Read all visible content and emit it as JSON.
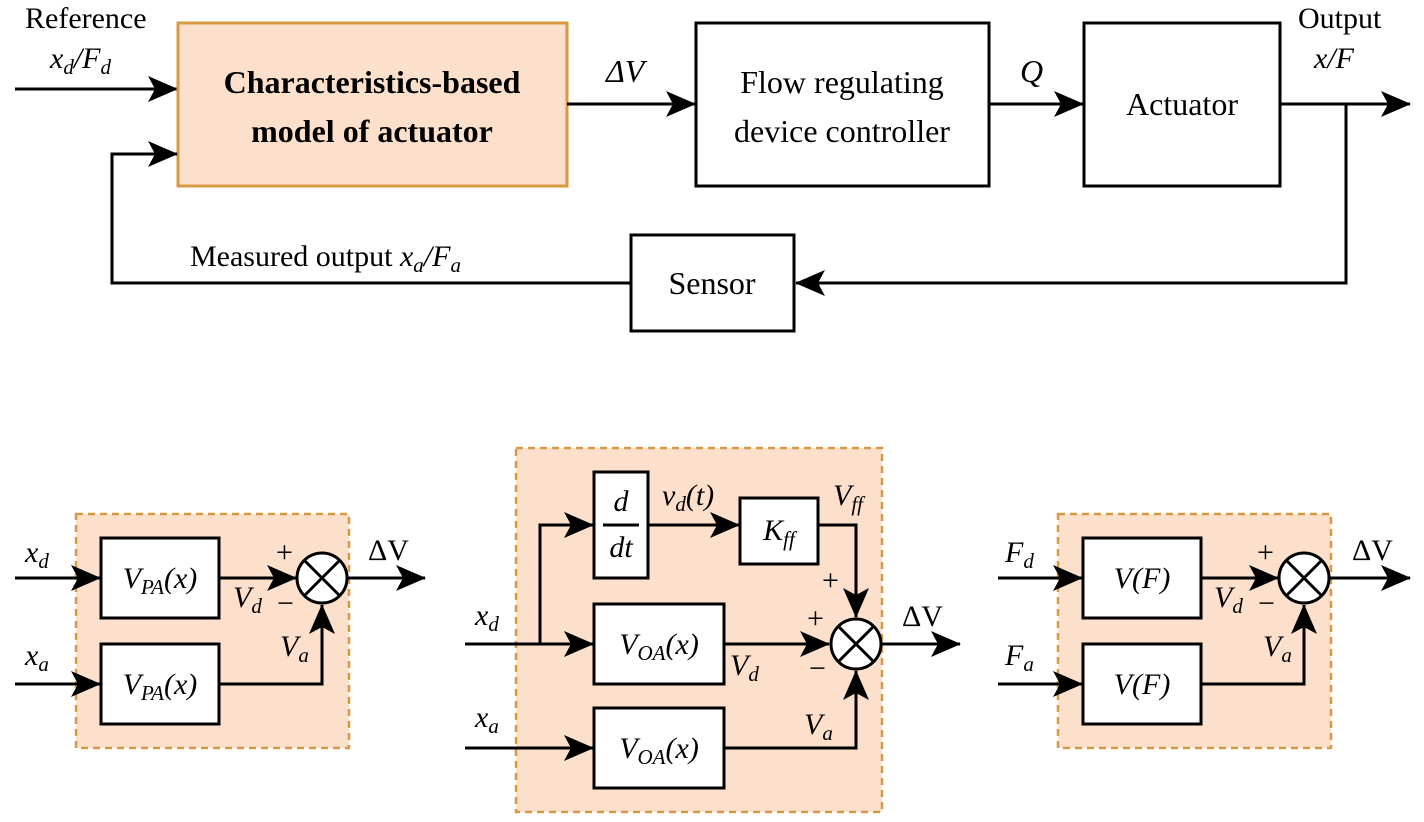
{
  "colors": {
    "highlight_fill": "#fce0cb",
    "highlight_stroke": "#d59a43",
    "line": "#000000"
  },
  "top": {
    "reference_label": "Reference",
    "reference_signal": {
      "base": "x",
      "sub": "d",
      "sep": "/",
      "base2": "F",
      "sub2": "d"
    },
    "model_block": {
      "line1": "Characteristics-based",
      "line2": "model of actuator"
    },
    "delta_v": "ΔV",
    "flow_block": {
      "line1": "Flow regulating",
      "line2": "device controller"
    },
    "q_signal": "Q",
    "actuator_block": "Actuator",
    "output_label": "Output",
    "output_signal": "x/F",
    "sensor_block": "Sensor",
    "measured_text": "Measured output",
    "measured_signal": {
      "base": "x",
      "sub": "a",
      "sep": "/",
      "base2": "F",
      "sub2": "a"
    }
  },
  "left_panel": {
    "input_top": {
      "base": "x",
      "sub": "d"
    },
    "input_bottom": {
      "base": "x",
      "sub": "a"
    },
    "block_top": {
      "base": "V",
      "sub": "PA",
      "arg": "(x)"
    },
    "block_bottom": {
      "base": "V",
      "sub": "PA",
      "arg": "(x)"
    },
    "vd": {
      "base": "V",
      "sub": "d"
    },
    "va": {
      "base": "V",
      "sub": "a"
    },
    "plus": "+",
    "minus": "−",
    "output": "ΔV"
  },
  "mid_panel": {
    "input_top": {
      "base": "x",
      "sub": "d"
    },
    "input_bottom": {
      "base": "x",
      "sub": "a"
    },
    "deriv_num": "d",
    "deriv_den": "dt",
    "vd_t": {
      "base": "v",
      "sub": "d",
      "arg": "(t)"
    },
    "kff": {
      "base": "K",
      "sub": "ff"
    },
    "vff": {
      "base": "V",
      "sub": "ff"
    },
    "block_mid": {
      "base": "V",
      "sub": "OA",
      "arg": "(x)"
    },
    "block_bottom": {
      "base": "V",
      "sub": "OA",
      "arg": "(x)"
    },
    "vd": {
      "base": "V",
      "sub": "d"
    },
    "va": {
      "base": "V",
      "sub": "a"
    },
    "plus_top": "+",
    "plus_left": "+",
    "minus": "−",
    "output": "ΔV"
  },
  "right_panel": {
    "input_top": {
      "base": "F",
      "sub": "d"
    },
    "input_bottom": {
      "base": "F",
      "sub": "a"
    },
    "block_top": "V(F)",
    "block_bottom": "V(F)",
    "vd": {
      "base": "V",
      "sub": "d"
    },
    "va": {
      "base": "V",
      "sub": "a"
    },
    "plus": "+",
    "minus": "−",
    "output": "ΔV"
  }
}
